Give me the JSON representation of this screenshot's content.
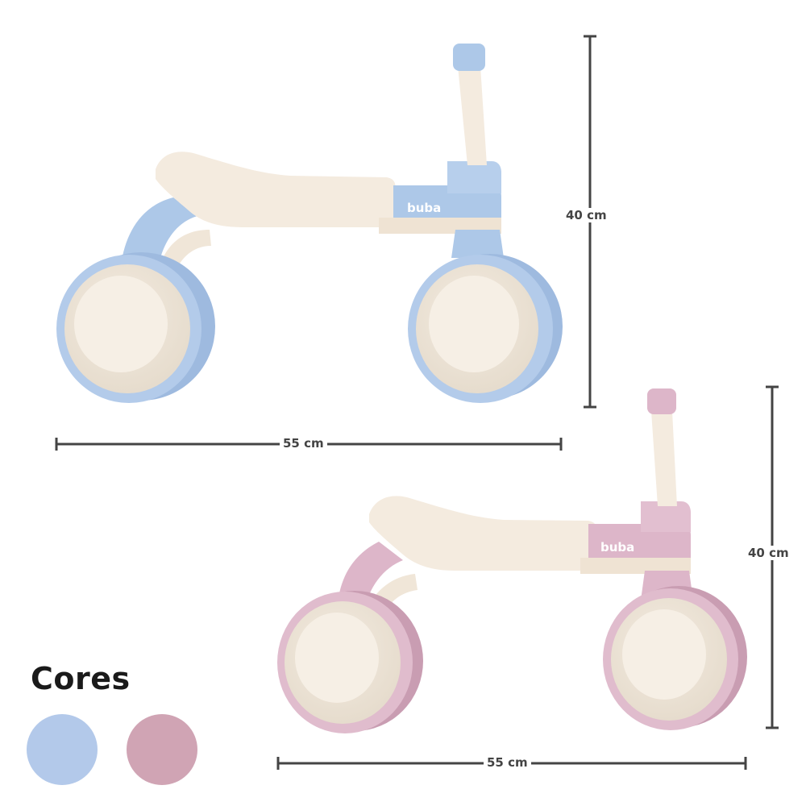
{
  "bikes": [
    {
      "color_name": "blue",
      "accent": "#adc8e8",
      "accent_dark": "#8fb0d8",
      "brand": "buba",
      "height_label": "40 cm",
      "length_label": "55 cm"
    },
    {
      "color_name": "pink",
      "accent": "#ddb6c9",
      "accent_dark": "#c999b0",
      "brand": "buba",
      "height_label": "40 cm",
      "length_label": "55 cm"
    }
  ],
  "colors_section": {
    "title": "Cores",
    "swatches": [
      "#b3c9ea",
      "#d0a4b4"
    ]
  },
  "cream": "#f4ebdf",
  "line_color": "#444444"
}
